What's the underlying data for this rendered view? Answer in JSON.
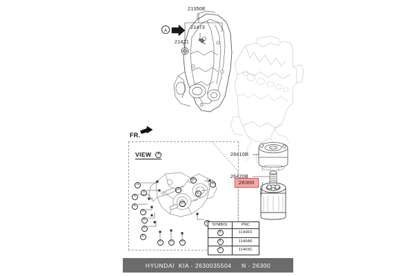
{
  "diagram": {
    "orientation_marker": "FR.",
    "view_label": "VIEW",
    "view_ref": "A",
    "section_marker": "A",
    "callouts": [
      {
        "id": "c1",
        "text": "21350E"
      },
      {
        "id": "c2",
        "text": "21473"
      },
      {
        "id": "c3",
        "text": "21421"
      },
      {
        "id": "c4",
        "text": "26410B"
      },
      {
        "id": "c5",
        "text": "26420B"
      }
    ],
    "highlighted_part": "26300"
  },
  "symbol_table": {
    "headers": [
      "SYMBOL",
      "PNC"
    ],
    "rows": [
      {
        "symbol": "a",
        "pnc": "1140FF"
      },
      {
        "symbol": "b",
        "pnc": "1140AF"
      },
      {
        "symbol": "c",
        "pnc": "11403C"
      }
    ]
  },
  "bubbles": {
    "a": "a",
    "b": "b",
    "c": "c"
  },
  "footer": {
    "text": "HYUNDAI  KIA - 2630035504     N - 26300"
  },
  "colors": {
    "highlight_fill": "#f4a8a8",
    "highlight_border": "#e04a4a",
    "footer_bar": "#6b6b6b",
    "line_dark": "#3a3a3a",
    "line_light": "#c9c9c9"
  }
}
